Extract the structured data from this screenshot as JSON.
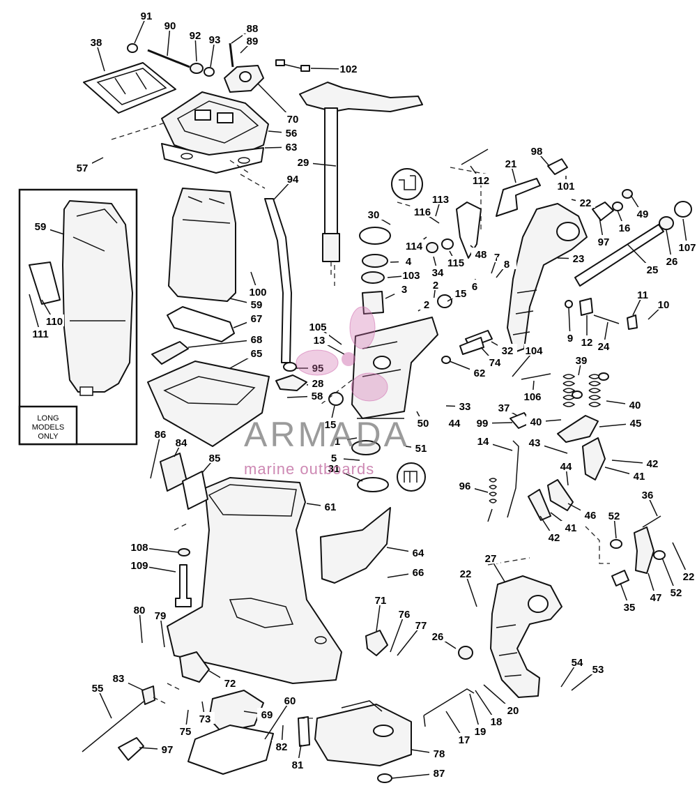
{
  "inset": {
    "caption_lines": [
      "LONG",
      "MODELS",
      "ONLY"
    ]
  },
  "watermark": {
    "brand": "ARMADA",
    "tagline": "marine outboards",
    "accent_color": "#d070b0"
  },
  "callouts": [
    "91",
    "90",
    "92",
    "93",
    "88",
    "89",
    "102",
    "38",
    "70",
    "56",
    "63",
    "57",
    "29",
    "94",
    "112",
    "98",
    "21",
    "101",
    "22",
    "49",
    "16",
    "107",
    "97",
    "26",
    "25",
    "23",
    "30",
    "113",
    "116",
    "114",
    "48",
    "7",
    "8",
    "34",
    "115",
    "6",
    "4",
    "103",
    "3",
    "2",
    "2",
    "15",
    "11",
    "10",
    "9",
    "12",
    "24",
    "105",
    "13",
    "32",
    "74",
    "62",
    "104",
    "39",
    "95",
    "28",
    "106",
    "40",
    "58",
    "15",
    "33",
    "44",
    "50",
    "37",
    "99",
    "40",
    "45",
    "1",
    "51",
    "14",
    "43",
    "42",
    "5",
    "31",
    "44",
    "41",
    "96",
    "46",
    "42",
    "41",
    "36",
    "52",
    "22",
    "47",
    "52",
    "35",
    "64",
    "66",
    "22",
    "27",
    "59",
    "100",
    "67",
    "68",
    "65",
    "59",
    "110",
    "111",
    "86",
    "84",
    "85",
    "61",
    "108",
    "109",
    "80",
    "79",
    "71",
    "76",
    "77",
    "26",
    "72",
    "54",
    "53",
    "20",
    "18",
    "19",
    "17",
    "55",
    "83",
    "69",
    "60",
    "82",
    "81",
    "73",
    "75",
    "97",
    "78",
    "87"
  ]
}
